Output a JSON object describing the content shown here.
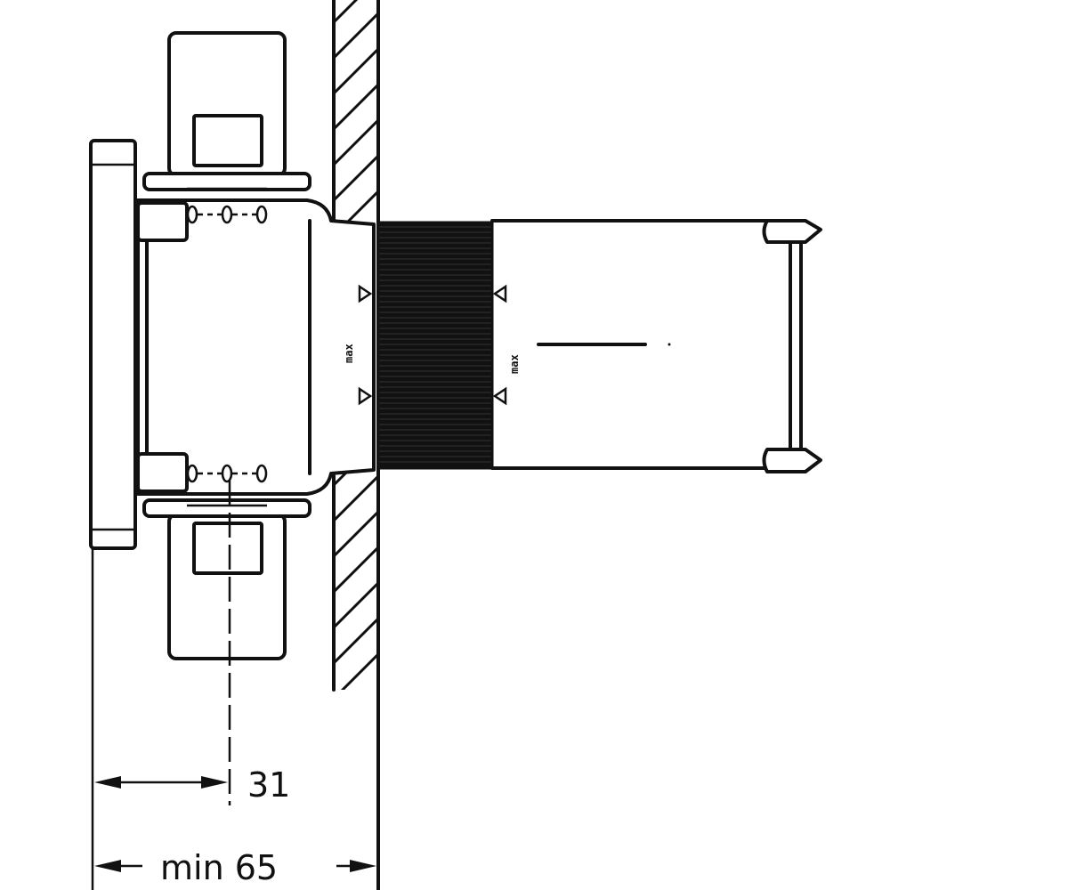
{
  "dimensions": {
    "axis_offset_label": "31",
    "min_depth_label": "min 65"
  },
  "markings": {
    "inlet_mark": "max",
    "body_mark": "max"
  },
  "colors": {
    "line": "#111111",
    "background": "#ffffff"
  }
}
